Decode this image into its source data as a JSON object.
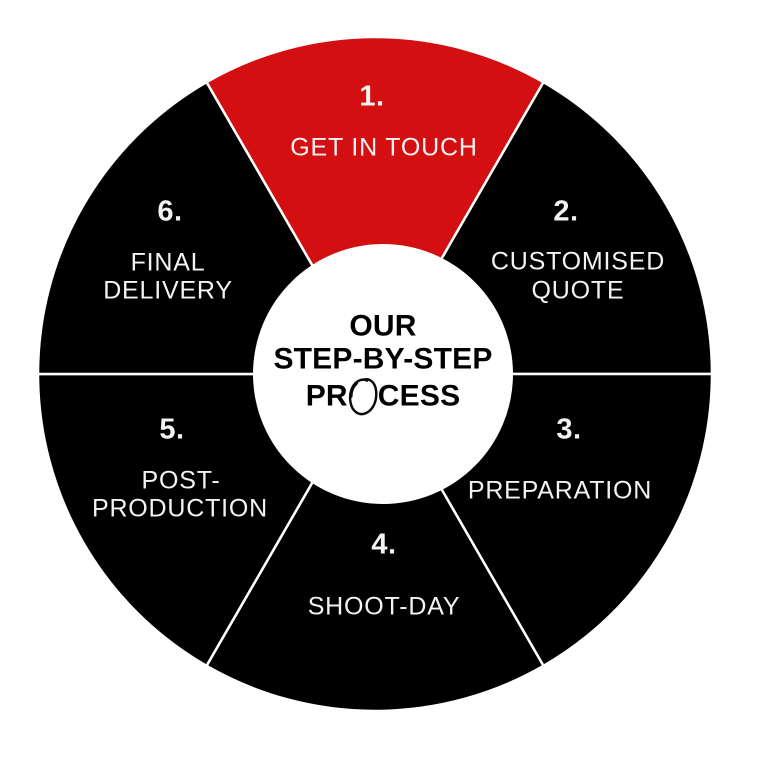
{
  "wheel": {
    "colors": {
      "page_bg": "#ffffff",
      "divider": "#ffffff",
      "label_text": "#f3f3f3",
      "center_bg": "#ffffff",
      "center_text": "#000000",
      "highlight_red": "#d40f12",
      "segment_black": "#000000"
    },
    "center_label": {
      "lines": [
        "OUR",
        "STEP-BY-STEP"
      ],
      "line3_prefix": "PR",
      "line3_suffix": "CESS",
      "o_glyph": "hand-drawn-circle"
    },
    "segments": [
      {
        "number": "1.",
        "lines": [
          "GET IN TOUCH"
        ],
        "color": "#d40f12",
        "highlighted": true
      },
      {
        "number": "2.",
        "lines": [
          "CUSTOMISED",
          "QUOTE"
        ],
        "color": "#000000",
        "highlighted": false
      },
      {
        "number": "3.",
        "lines": [
          "PREPARATION"
        ],
        "color": "#000000",
        "highlighted": false
      },
      {
        "number": "4.",
        "lines": [
          "SHOOT-DAY"
        ],
        "color": "#000000",
        "highlighted": false
      },
      {
        "number": "5.",
        "lines": [
          "POST-",
          "PRODUCTION"
        ],
        "color": "#000000",
        "highlighted": false
      },
      {
        "number": "6.",
        "lines": [
          "FINAL",
          "DELIVERY"
        ],
        "color": "#000000",
        "highlighted": false
      }
    ]
  }
}
